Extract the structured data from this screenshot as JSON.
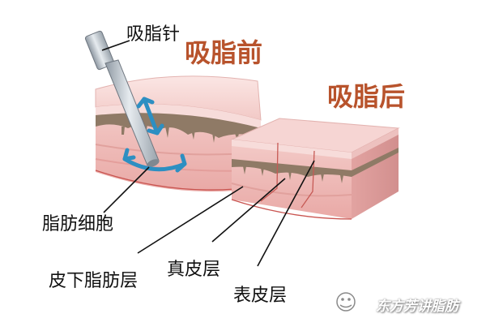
{
  "labels": {
    "needle": "吸脂针",
    "before": "吸脂前",
    "after": "吸脂后",
    "fat_cells": "脂肪细胞",
    "subcutaneous": "皮下脂肪层",
    "dermis": "真皮层",
    "epidermis": "表皮层"
  },
  "watermark": {
    "text": "东方芳讲脂肪",
    "icon": "wechat-icon"
  },
  "colors": {
    "title": "#b8532c",
    "label": "#111111",
    "skin_surface": "#f6d5d3",
    "dermis": "#ebb7b4",
    "brown_layer": "#8f7a66",
    "fat": "#f0b8b5",
    "arrow": "#2d8fc2",
    "needle": "#a9b3bd"
  }
}
